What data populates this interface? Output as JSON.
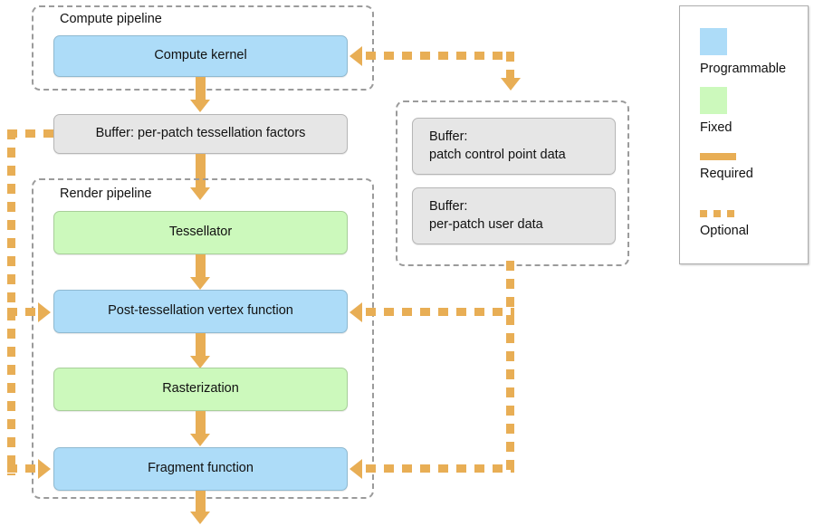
{
  "diagram": {
    "title_hidden": "",
    "groups": [
      {
        "id": "compute-pipeline",
        "label": "Compute pipeline"
      },
      {
        "id": "render-pipeline",
        "label": "Render pipeline"
      },
      {
        "id": "buffer-group",
        "label": ""
      }
    ],
    "nodes": [
      {
        "id": "compute-kernel",
        "label": "Compute kernel",
        "kind": "programmable"
      },
      {
        "id": "buffer-tess-factors",
        "label": "Buffer: per-patch tessellation factors",
        "kind": "buffer"
      },
      {
        "id": "tessellator",
        "label": "Tessellator",
        "kind": "fixed"
      },
      {
        "id": "post-tess-vertex",
        "label": "Post-tessellation vertex function",
        "kind": "programmable"
      },
      {
        "id": "rasterization",
        "label": "Rasterization",
        "kind": "fixed"
      },
      {
        "id": "fragment-function",
        "label": "Fragment function",
        "kind": "programmable"
      },
      {
        "id": "buffer-patch-control-point",
        "label": "Buffer:\npatch control point data",
        "kind": "buffer"
      },
      {
        "id": "buffer-per-patch-user",
        "label": "Buffer:\nper-patch user data",
        "kind": "buffer"
      }
    ],
    "edges": [
      {
        "from": "compute-kernel",
        "to": "buffer-tess-factors",
        "style": "required"
      },
      {
        "from": "buffer-tess-factors",
        "to": "tessellator",
        "style": "required"
      },
      {
        "from": "tessellator",
        "to": "post-tess-vertex",
        "style": "required"
      },
      {
        "from": "post-tess-vertex",
        "to": "rasterization",
        "style": "required"
      },
      {
        "from": "rasterization",
        "to": "fragment-function",
        "style": "required"
      },
      {
        "from": "fragment-function",
        "to": "output",
        "style": "required"
      },
      {
        "from": "buffer-group",
        "to": "compute-kernel",
        "style": "optional"
      },
      {
        "from": "buffer-group",
        "to": "post-tess-vertex",
        "style": "optional"
      },
      {
        "from": "buffer-group",
        "to": "fragment-function",
        "style": "optional"
      },
      {
        "from": "buffer-tess-factors",
        "to": "post-tess-vertex",
        "style": "optional"
      },
      {
        "from": "buffer-tess-factors",
        "to": "fragment-function",
        "style": "optional"
      }
    ]
  },
  "legend": {
    "items": [
      {
        "id": "programmable",
        "swatch": "blue-square",
        "label": "Programmable"
      },
      {
        "id": "fixed",
        "swatch": "green-square",
        "label": "Fixed"
      },
      {
        "id": "required",
        "swatch": "solid-orange-line",
        "label": "Required"
      },
      {
        "id": "optional",
        "swatch": "dotted-orange-line",
        "label": "Optional"
      }
    ]
  },
  "colors": {
    "programmable": "#ADDCF8",
    "fixed": "#CCF9BC",
    "buffer": "#E6E6E6",
    "connector": "#E8AE55",
    "group_border": "#9B9B9B",
    "background": "#FFFFFF"
  }
}
